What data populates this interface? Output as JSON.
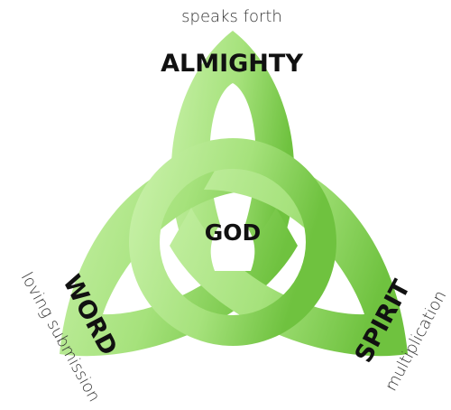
{
  "diagram": {
    "center_label": "GOD",
    "nodes": {
      "top": "ALMIGHTY",
      "left": "WORD",
      "right": "SPIRIT"
    },
    "relations": {
      "top": "speaks forth",
      "left": "loving submission",
      "right": "multiplication"
    },
    "colors": {
      "knot_light": "#c6f0a6",
      "knot_mid": "#a6e27c",
      "knot_dark": "#6fc23f",
      "knot_stroke": "#7ecb52",
      "text": "#111111",
      "relation_text": "#333333"
    },
    "icon": "triquetra-knot"
  }
}
